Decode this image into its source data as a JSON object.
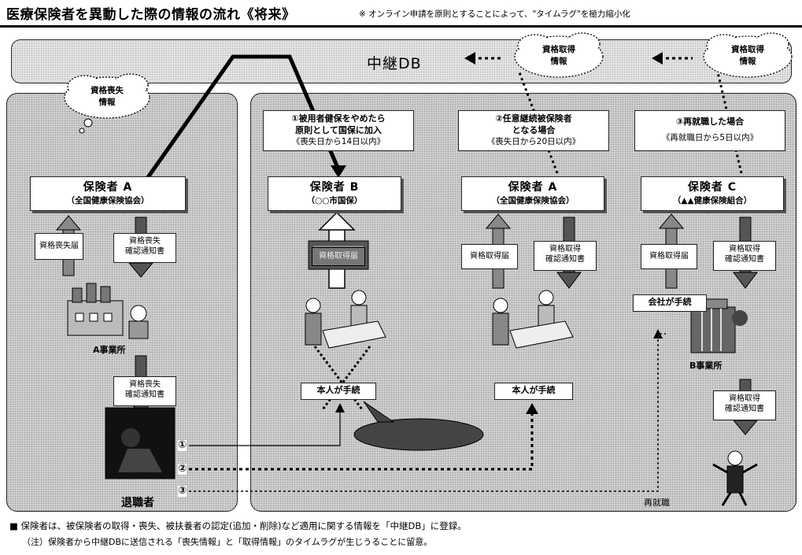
{
  "header": {
    "title": "医療保険者を異動した際の情報の流れ《将来》",
    "subtitle": "※ オンライン申請を原則とすることによって、\"タイムラグ\"を極力縮小化"
  },
  "db": {
    "label": "中継DB"
  },
  "clouds": {
    "loss": "資格喪失\n情報",
    "acq1": "資格取得\n情報",
    "acq2": "資格取得\n情報"
  },
  "scenarios": {
    "s1": {
      "title": "①被用者健保をやめたら\n原則として国保に加入",
      "deadline": "《喪失日から14日以内》"
    },
    "s2": {
      "title": "②任意継続被保険者\nとなる場合",
      "deadline": "《喪失日から20日以内》"
    },
    "s3": {
      "title": "③再就職した場合",
      "deadline": "《再就職日から5日以内》"
    }
  },
  "insurers": {
    "left_a": {
      "name": "保険者 A",
      "sub": "（全国健康保険協会）"
    },
    "b": {
      "name": "保険者 B",
      "sub": "（○○市国保）"
    },
    "a": {
      "name": "保険者 A",
      "sub": "（全国健康保険協会）"
    },
    "c": {
      "name": "保険者 C",
      "sub": "（▲▲健康保険組合）"
    }
  },
  "notes": {
    "loss_report": "資格喪失届",
    "loss_confirm_1": "資格喪失\n確認通知書",
    "loss_confirm_2": "資格喪失\n確認通知書",
    "acq_report_b": "資格取得届",
    "acq_report_a": "資格取得届",
    "acq_confirm_a": "資格取得\n確認通知書",
    "acq_report_c": "資格取得届",
    "acq_confirm_c": "資格取得\n確認通知書",
    "acq_confirm_c2": "資格取得\n確認通知書"
  },
  "labels": {
    "office_a": "A事業所",
    "office_b": "B事業所",
    "retiree": "退職者",
    "self_b": "本人が手続",
    "self_a": "本人が手続",
    "company": "会社が手続",
    "reemployed": "再就職",
    "n1": "①",
    "n2": "②",
    "n3": "③"
  },
  "footer": {
    "line1": "■ 保険者は、被保険者の取得・喪失、被扶養者の認定(追加・削除)など適用に関する情報を「中継DB」に登録。",
    "line2": "（注）保険者から中継DBに送信される「喪失情報」と「取得情報」のタイムラグが生じうることに留意。"
  }
}
